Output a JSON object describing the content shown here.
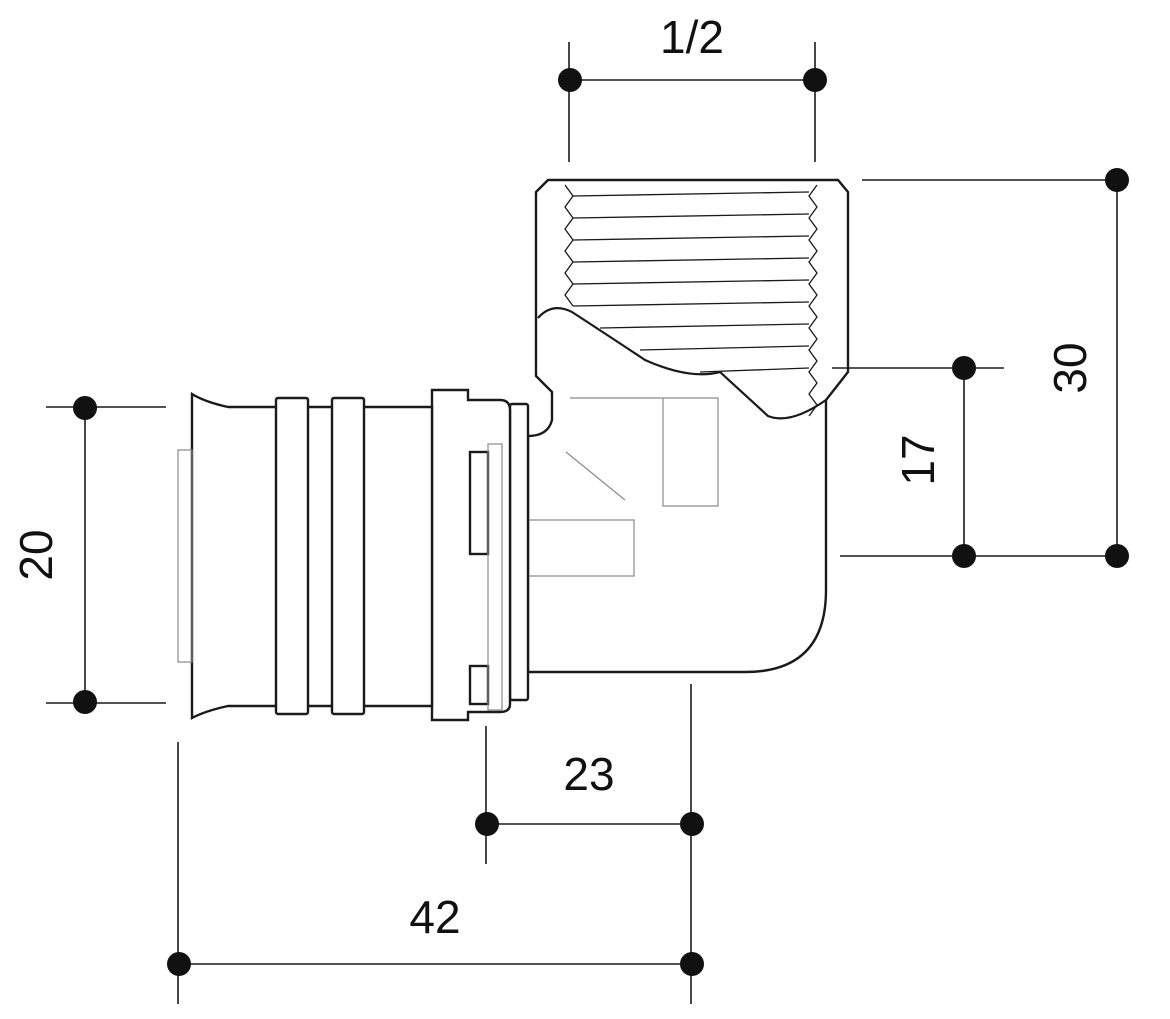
{
  "dimensions": {
    "thread_size": "1/2",
    "total_height": "30",
    "outlet_height": "17",
    "pipe_diameter": "20",
    "body_length": "23",
    "total_length": "42"
  }
}
